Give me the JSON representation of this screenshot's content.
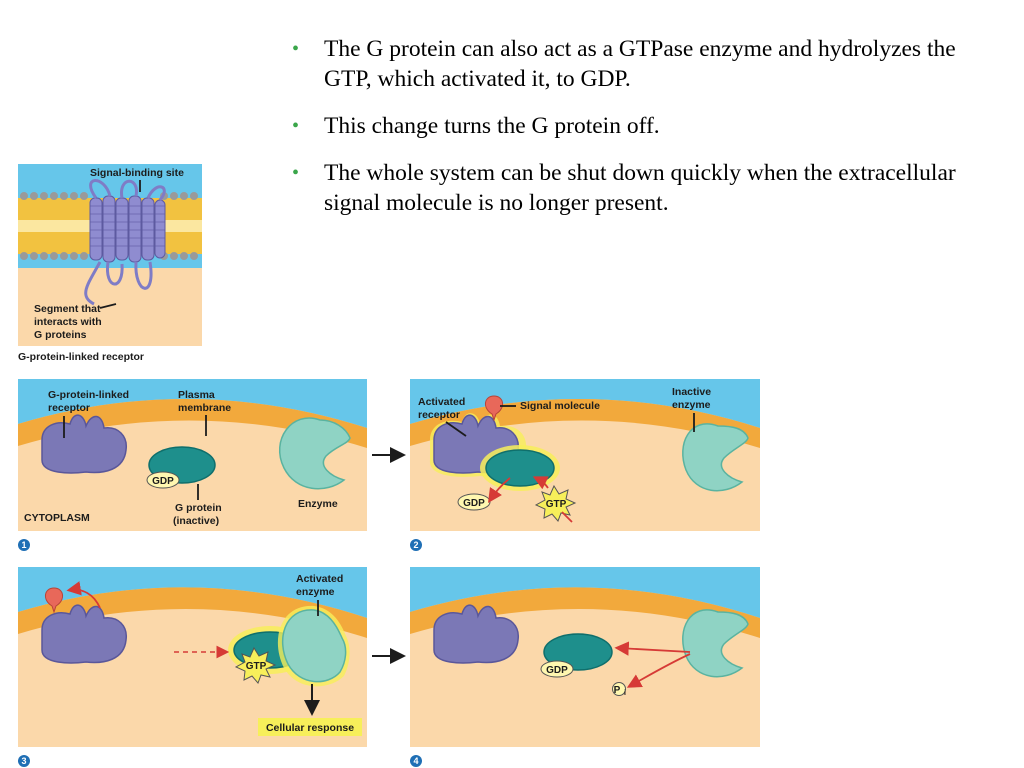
{
  "slide": {
    "bullets": [
      "The G protein can also act as a GTPase enzyme and hydrolyzes the GTP, which activated it, to GDP.",
      "This change turns the G protein off.",
      "The whole system can be shut down quickly when the extracellular signal molecule is no longer present."
    ]
  },
  "receptor_figure": {
    "signal_binding_site": "Signal-binding site",
    "segment_line1": "Segment that",
    "segment_line2": "interacts with",
    "segment_line3": "G proteins",
    "caption": "G-protein-linked receptor"
  },
  "panel1": {
    "receptor_line1": "G-protein-linked",
    "receptor_line2": "receptor",
    "membrane_line1": "Plasma",
    "membrane_line2": "membrane",
    "gdp": "GDP",
    "gprotein_line1": "G protein",
    "gprotein_line2": "(inactive)",
    "enzyme": "Enzyme",
    "cytoplasm": "CYTOPLASM",
    "step": "1"
  },
  "panel2": {
    "receptor_line1": "Activated",
    "receptor_line2": "receptor",
    "signal": "Signal molecule",
    "enzyme_line1": "Inactive",
    "enzyme_line2": "enzyme",
    "gdp": "GDP",
    "gtp": "GTP",
    "step": "2"
  },
  "panel3": {
    "enzyme_line1": "Activated",
    "enzyme_line2": "enzyme",
    "gtp": "GTP",
    "response": "Cellular response",
    "step": "3"
  },
  "panel4": {
    "gdp": "GDP",
    "pi": "P",
    "pi_sub": "i",
    "step": "4"
  },
  "colors": {
    "extracellular": "#66c6ea",
    "membrane": "#f2a93c",
    "cytoplasm": "#fbd8aa",
    "receptor": "#7b78b6",
    "gprotein": "#1e8f8c",
    "enzyme": "#8fd3c4",
    "accent_bullet": "#3aa64a",
    "arrow_red": "#d63a36"
  }
}
